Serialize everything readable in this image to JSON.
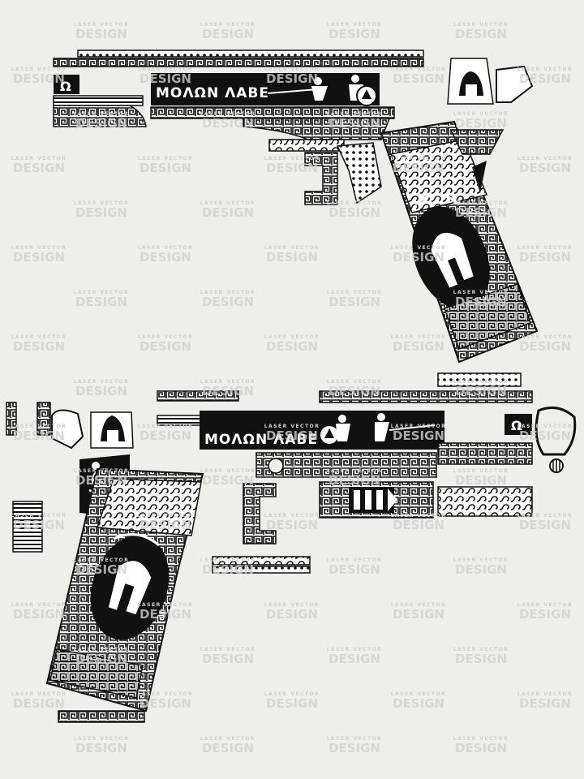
{
  "design": {
    "motto": "ΜΟΛΩΝ ΛΑΒΕ",
    "colors": {
      "background": "#eeeeec",
      "ink": "#111111",
      "paper": "#ffffff",
      "watermark": "#cfcfcf"
    }
  },
  "watermark": {
    "line1": "LASER VECTOR",
    "line2": "DESIGN"
  },
  "panels": [
    {
      "name": "top-pistol-left-side",
      "icons": [
        "spartan-helmet-icon",
        "warrior-icon",
        "greek-key-pattern-icon",
        "wave-pattern-icon"
      ]
    },
    {
      "name": "bottom-pistol-right-side",
      "icons": [
        "spartan-helmet-icon",
        "tree-of-life-icon",
        "greek-column-icon",
        "warrior-icon"
      ]
    }
  ]
}
